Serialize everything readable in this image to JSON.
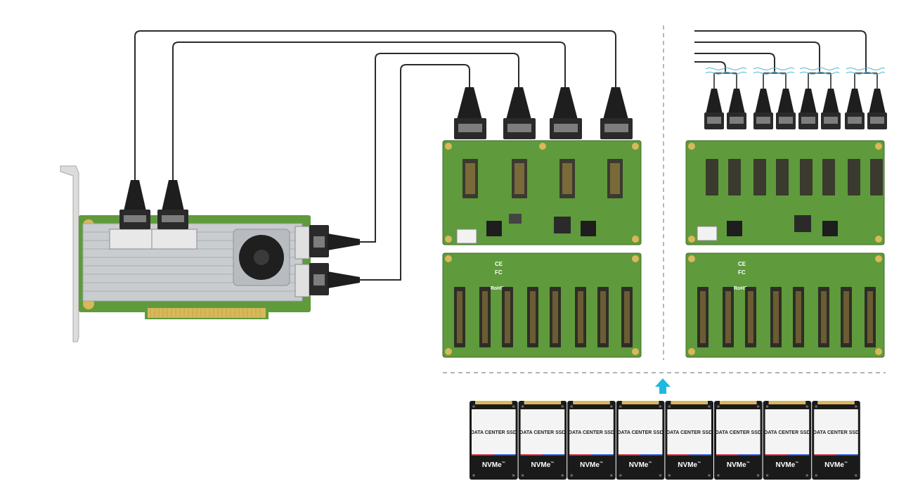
{
  "ssd": {
    "label": "DATA CENTER SSD",
    "interface": "NVMe",
    "trademark": "™",
    "count": 8
  },
  "backplane_marks": {
    "ce": "CE",
    "fc": "FC",
    "rohs": "RoHS"
  },
  "colors": {
    "pcb_green": "#5f9a3c",
    "pcb_dark": "#3f6e27",
    "cable": "#2b2b2b",
    "connector": "#1e1e1e",
    "heatsink": "#c9cdd0",
    "gold": "#d8b85a",
    "arrow": "#1fb8e0",
    "divider": "#9a9a9a",
    "ssd_body": "#1a1a1a",
    "ssd_stripe_red": "#c8283c",
    "ssd_stripe_blue": "#2850c8"
  },
  "icons": {
    "arrow": "up-arrow-icon"
  }
}
